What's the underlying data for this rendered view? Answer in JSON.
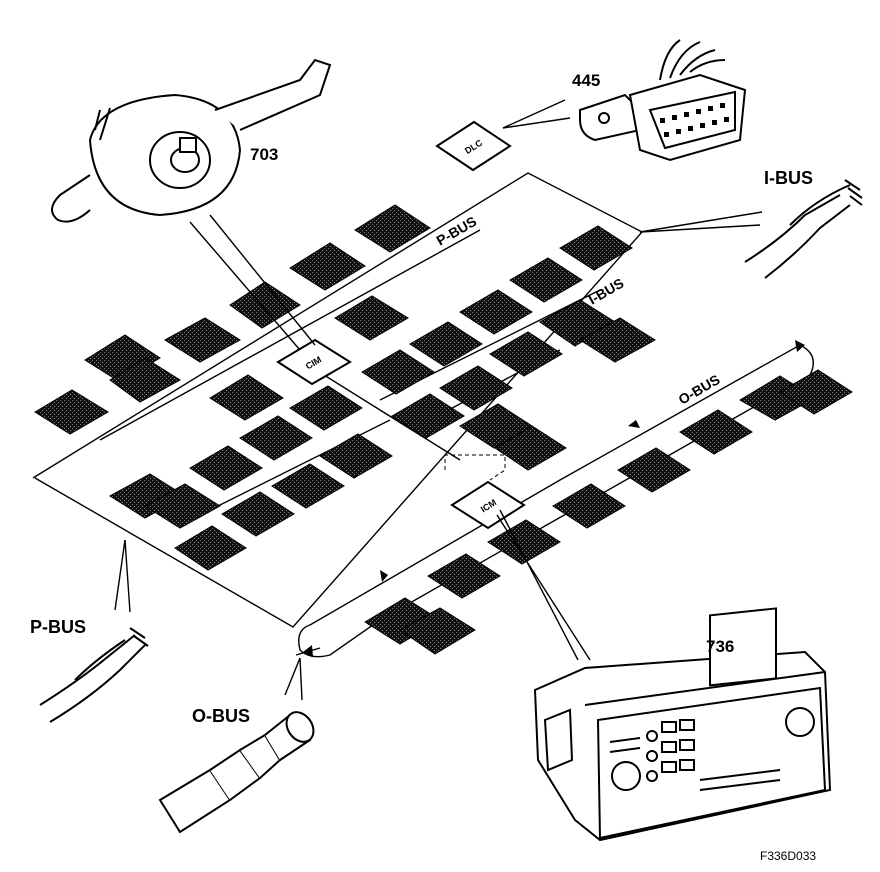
{
  "labels": {
    "steering_switch_number": "703",
    "diagnostic_connector_number": "445",
    "climate_panel_number": "736",
    "figure_code": "F336D033"
  },
  "bus_callouts": {
    "i_bus": "I-BUS",
    "p_bus": "P-BUS",
    "o_bus": "O-BUS"
  },
  "network_labels": {
    "p_bus": "P-BUS",
    "i_bus": "I-BUS",
    "o_bus": "O-BUS"
  },
  "node_tags": {
    "dlc": "DLC",
    "cim": "CIM",
    "icm": "ICM"
  },
  "colors": {
    "ink": "#000000",
    "paper": "#ffffff",
    "module_fill": "#1a1a1a"
  }
}
